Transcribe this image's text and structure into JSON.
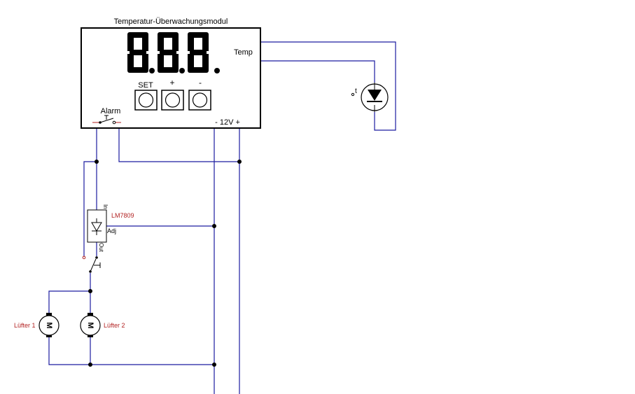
{
  "module": {
    "title": "Temperatur-Überwachungsmodul",
    "buttons": [
      "SET",
      "+",
      "-"
    ],
    "alarm_label": "Alarm",
    "temp_label": "Temp",
    "supply_label": "- 12V +"
  },
  "sensor": {
    "symbol_label": "t"
  },
  "regulator": {
    "name": "LM7809",
    "pin_in": "In",
    "pin_out": "Out",
    "pin_adj": "Adj"
  },
  "fans": [
    {
      "label": "Lüfter 1",
      "symbol": "M"
    },
    {
      "label": "Lüfter 2",
      "symbol": "M"
    }
  ],
  "colors": {
    "wire": "#1c1ca0",
    "label_red": "#b22222",
    "outline": "#000000"
  }
}
